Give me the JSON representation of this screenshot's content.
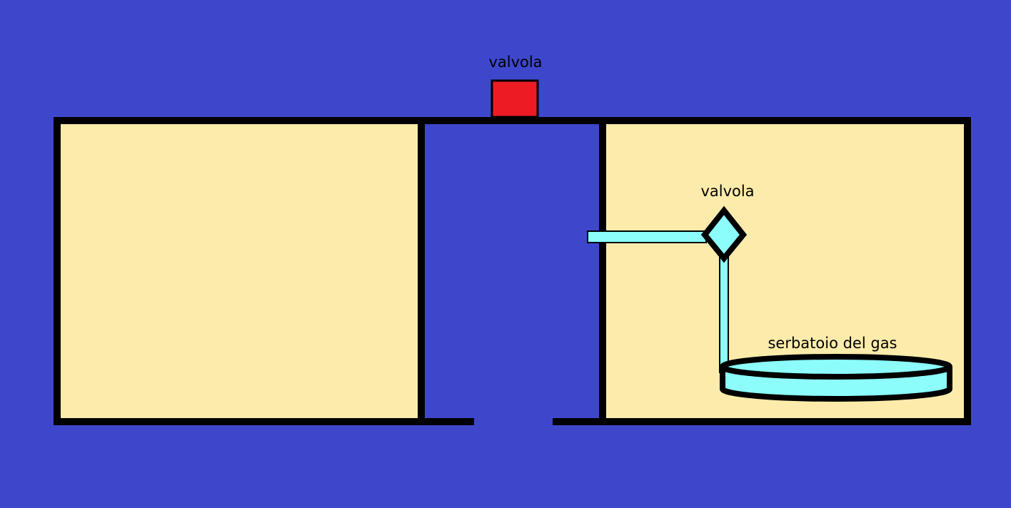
{
  "labels": {
    "top_valve": "valvola",
    "inner_valve": "valvola",
    "gas_tank": "serbatoio del gas"
  },
  "colors": {
    "background": "#3e47cc",
    "room_fill": "#fcebaa",
    "wall": "#000000",
    "top_valve_fill": "#ed1c24",
    "gas_fill": "#8cfdfb"
  }
}
